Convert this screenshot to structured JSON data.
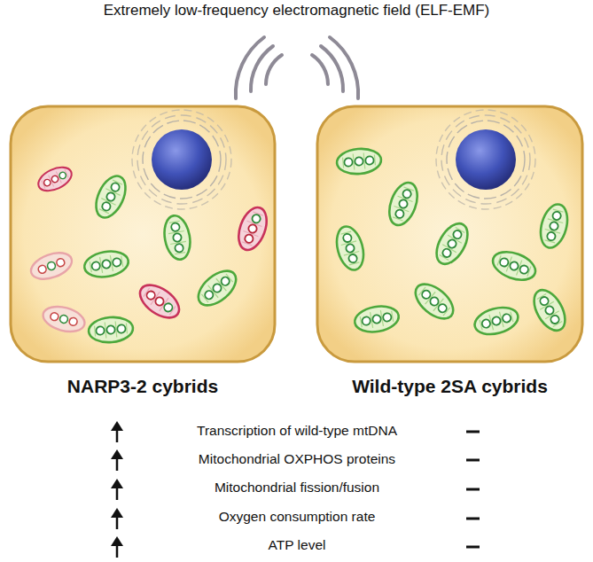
{
  "diagram": {
    "title": "Extremely low-frequency electromagnetic field (ELF-EMF)",
    "nodes": [
      {
        "text": [
          "NARP3-2 cybrids"
        ]
      },
      {
        "text": [
          "Wild-type 2SA cybrids"
        ]
      }
    ],
    "labels": [
      "Transcription of wild-type mtDNA",
      "Mitochondrial OXPHOS proteins",
      "Mitochondrial fission/fusion",
      "Oxygen consumption rate",
      "ATP level"
    ]
  }
}
